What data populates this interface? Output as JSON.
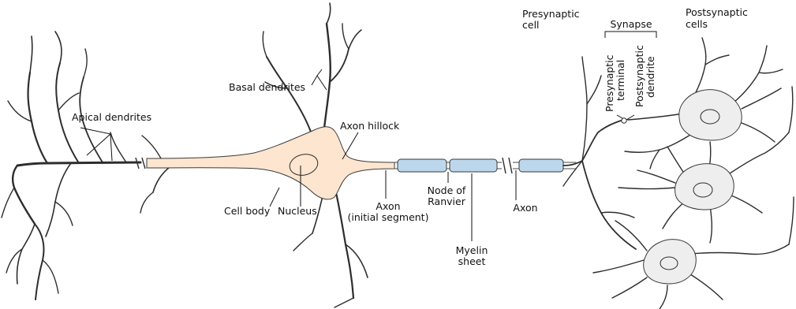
{
  "labels": {
    "apical_dendrites": "Apical dendrites",
    "basal_dendrites": "Basal dendrites",
    "axon_hillock": "Axon hillock",
    "cell_body": "Cell body",
    "nucleus": "Nucleus",
    "axon_initial_line1": "Axon",
    "axon_initial_line2": "(initial segment)",
    "node_line1": "Node of",
    "node_line2": "Ranvier",
    "myelin_line1": "Myelin",
    "myelin_line2": "sheet",
    "axon": "Axon",
    "presynaptic_cell_line1": "Presynaptic",
    "presynaptic_cell_line2": "cell",
    "synapse": "Synapse",
    "postsynaptic_cells_line1": "Postsynaptic",
    "postsynaptic_cells_line2": "cells",
    "presynaptic_terminal_line1": "Presynaptic",
    "presynaptic_terminal_line2": "terminal",
    "postsynaptic_dendrite_line1": "Postsynaptic",
    "postsynaptic_dendrite_line2": "dendrite"
  },
  "colors": {
    "cell_body_fill": "#fde5cf",
    "myelin_fill": "#bcd7ec",
    "postsynaptic_fill": "#eeeeee",
    "outline": "#2d2d2d"
  }
}
